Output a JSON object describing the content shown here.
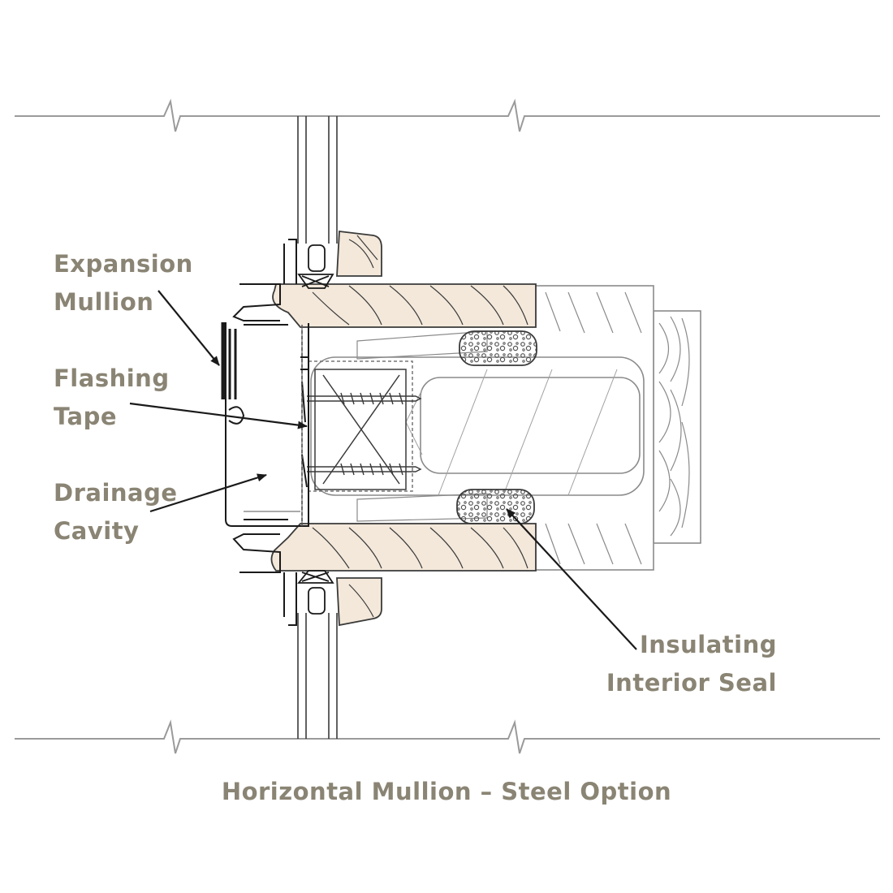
{
  "labels": {
    "expansion_mullion": [
      "Expansion",
      "Mullion"
    ],
    "flashing_tape": [
      "Flashing",
      "Tape"
    ],
    "drainage_cavity": [
      "Drainage",
      "Cavity"
    ],
    "insulating_interior_seal": [
      "Insulating",
      "Interior Seal"
    ]
  },
  "caption": "Horizontal Mullion – Steel Option",
  "colors": {
    "text": "#8a8474",
    "wood": "#f3e8da",
    "line": "#3a3a3a",
    "grey_line": "#9a9a9a",
    "leader": "#1a1a1a"
  }
}
